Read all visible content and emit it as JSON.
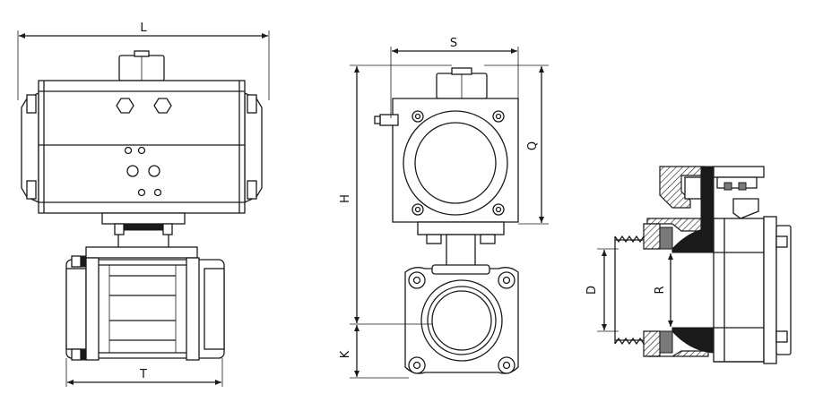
{
  "dimensions": {
    "L": "L",
    "T": "T",
    "S": "S",
    "H": "H",
    "Q": "Q",
    "K": "K",
    "D": "D",
    "R": "R"
  }
}
